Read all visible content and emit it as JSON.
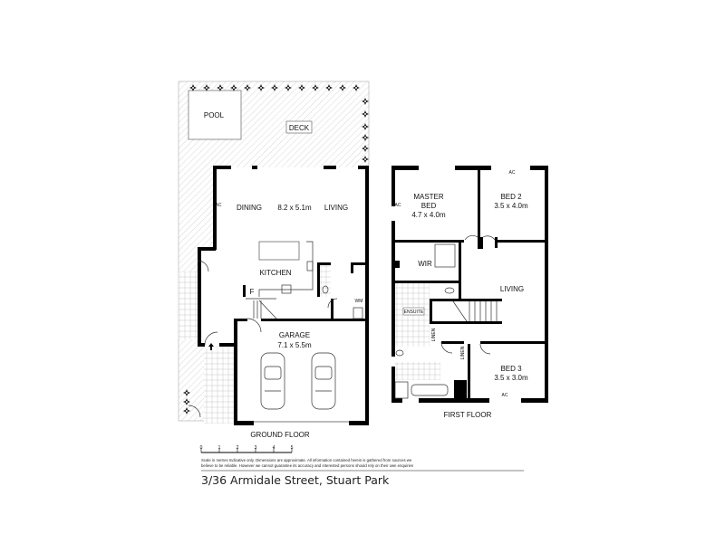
{
  "ground_floor": {
    "title": "GROUND FLOOR",
    "rooms": {
      "pool": "POOL",
      "deck": "DECK",
      "dining": "DINING",
      "dining_living_size": "8.2 x 5.1m",
      "living": "LIVING",
      "kitchen": "KITCHEN",
      "fridge": "F",
      "laundry": "WM",
      "garage": "GARAGE",
      "garage_size": "7.1 x 5.5m",
      "ac": "AC"
    }
  },
  "first_floor": {
    "title": "FIRST FLOOR",
    "rooms": {
      "master_bed": "MASTER",
      "master_bed_2": "BED",
      "master_size": "4.7 x 4.0m",
      "bed2": "BED 2",
      "bed2_size": "3.5 x 4.0m",
      "wir": "WIR",
      "living": "LIVING",
      "ensuite": "ENSUITE",
      "linen1": "LINEN",
      "linen2": "LINEN",
      "bed3": "BED 3",
      "bed3_size": "3.5 x 3.0m",
      "ac_bed2": "AC",
      "ac_bed3": "AC",
      "ac_master": "AC"
    }
  },
  "scale": {
    "ticks": [
      "0",
      "1",
      "2",
      "3",
      "4",
      "5"
    ]
  },
  "disclaimer": {
    "line1": "Scale in metres Indicative only. Dimensions are approximate. All information contained herein is gathered from sources we",
    "line2": "believe to be reliable. However we cannot guarantee its accuracy and interested persons should rely on their own enquiries"
  },
  "address": "3/36 Armidale Street, Stuart Park"
}
